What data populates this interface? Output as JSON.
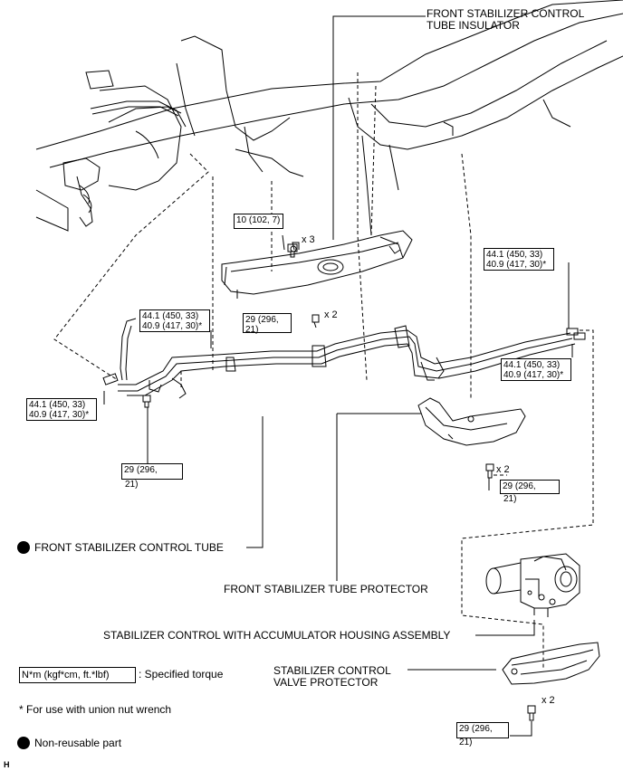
{
  "labels": {
    "insulator_l1": "FRONT STABILIZER CONTROL",
    "insulator_l2": "TUBE INSULATOR",
    "control_tube": "FRONT STABILIZER CONTROL TUBE",
    "tube_protector": "FRONT STABILIZER TUBE PROTECTOR",
    "housing_assembly": "STABILIZER CONTROL WITH ACCUMULATOR HOUSING ASSEMBLY",
    "valve_protector_l1": "STABILIZER CONTROL",
    "valve_protector_l2": "VALVE PROTECTOR"
  },
  "torques": {
    "t10": "10 (102, 7)",
    "t29_a_l1": "29 (296,",
    "t29_a_l2": "21)",
    "t29_b_l1": "29 (296,",
    "t29_b_l2": "21)",
    "t29_c_l1": "29 (296,",
    "t29_c_l2": "21)",
    "t29_d_l1": "29 (296,",
    "t29_d_l2": "21)",
    "t44_a_l1": "44.1 (450, 33)",
    "t44_a_l2": "40.9 (417, 30)*",
    "t44_b_l1": "44.1 (450, 33)",
    "t44_b_l2": "40.9 (417, 30)*",
    "t44_c_l1": "44.1 (450, 33)",
    "t44_c_l2": "40.9 (417, 30)*",
    "t44_d_l1": "44.1 (450, 33)",
    "t44_d_l2": "40.9 (417, 30)*"
  },
  "quantities": {
    "q_bolts_bracket": "x 3",
    "q_bolts_center": "x 2",
    "q_bolts_protector": "x 2",
    "q_bolts_valve": "x 2"
  },
  "legend": {
    "unit_box": "N*m (kgf*cm, ft.*lbf)",
    "unit_desc": ": Specified torque",
    "union_note": "* For use with union nut wrench",
    "nonreusable": "Non-reusable part",
    "corner_mark": "H"
  }
}
